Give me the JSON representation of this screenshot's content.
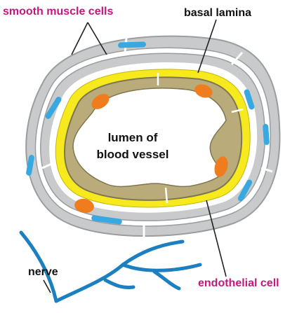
{
  "labels": {
    "smooth_muscle": "smooth muscle cells",
    "basal_lamina": "basal lamina",
    "lumen_line1": "lumen of",
    "lumen_line2": "blood vessel",
    "nerve": "nerve",
    "endothelial": "endothelial cell"
  },
  "colors": {
    "magenta_label": "#c8157f",
    "black_label": "#111111",
    "smooth_muscle_fill": "#c9cacb",
    "smooth_muscle_stroke": "#9a9c9e",
    "muscle_nucleus": "#38a9e0",
    "basal_lamina": "#f6ea1e",
    "endothelium": "#b9ac7a",
    "endothelium_stroke": "#7f7550",
    "endothelial_nucleus": "#ef7d1d",
    "nerve": "#1b7fc0",
    "lumen": "#ffffff"
  }
}
